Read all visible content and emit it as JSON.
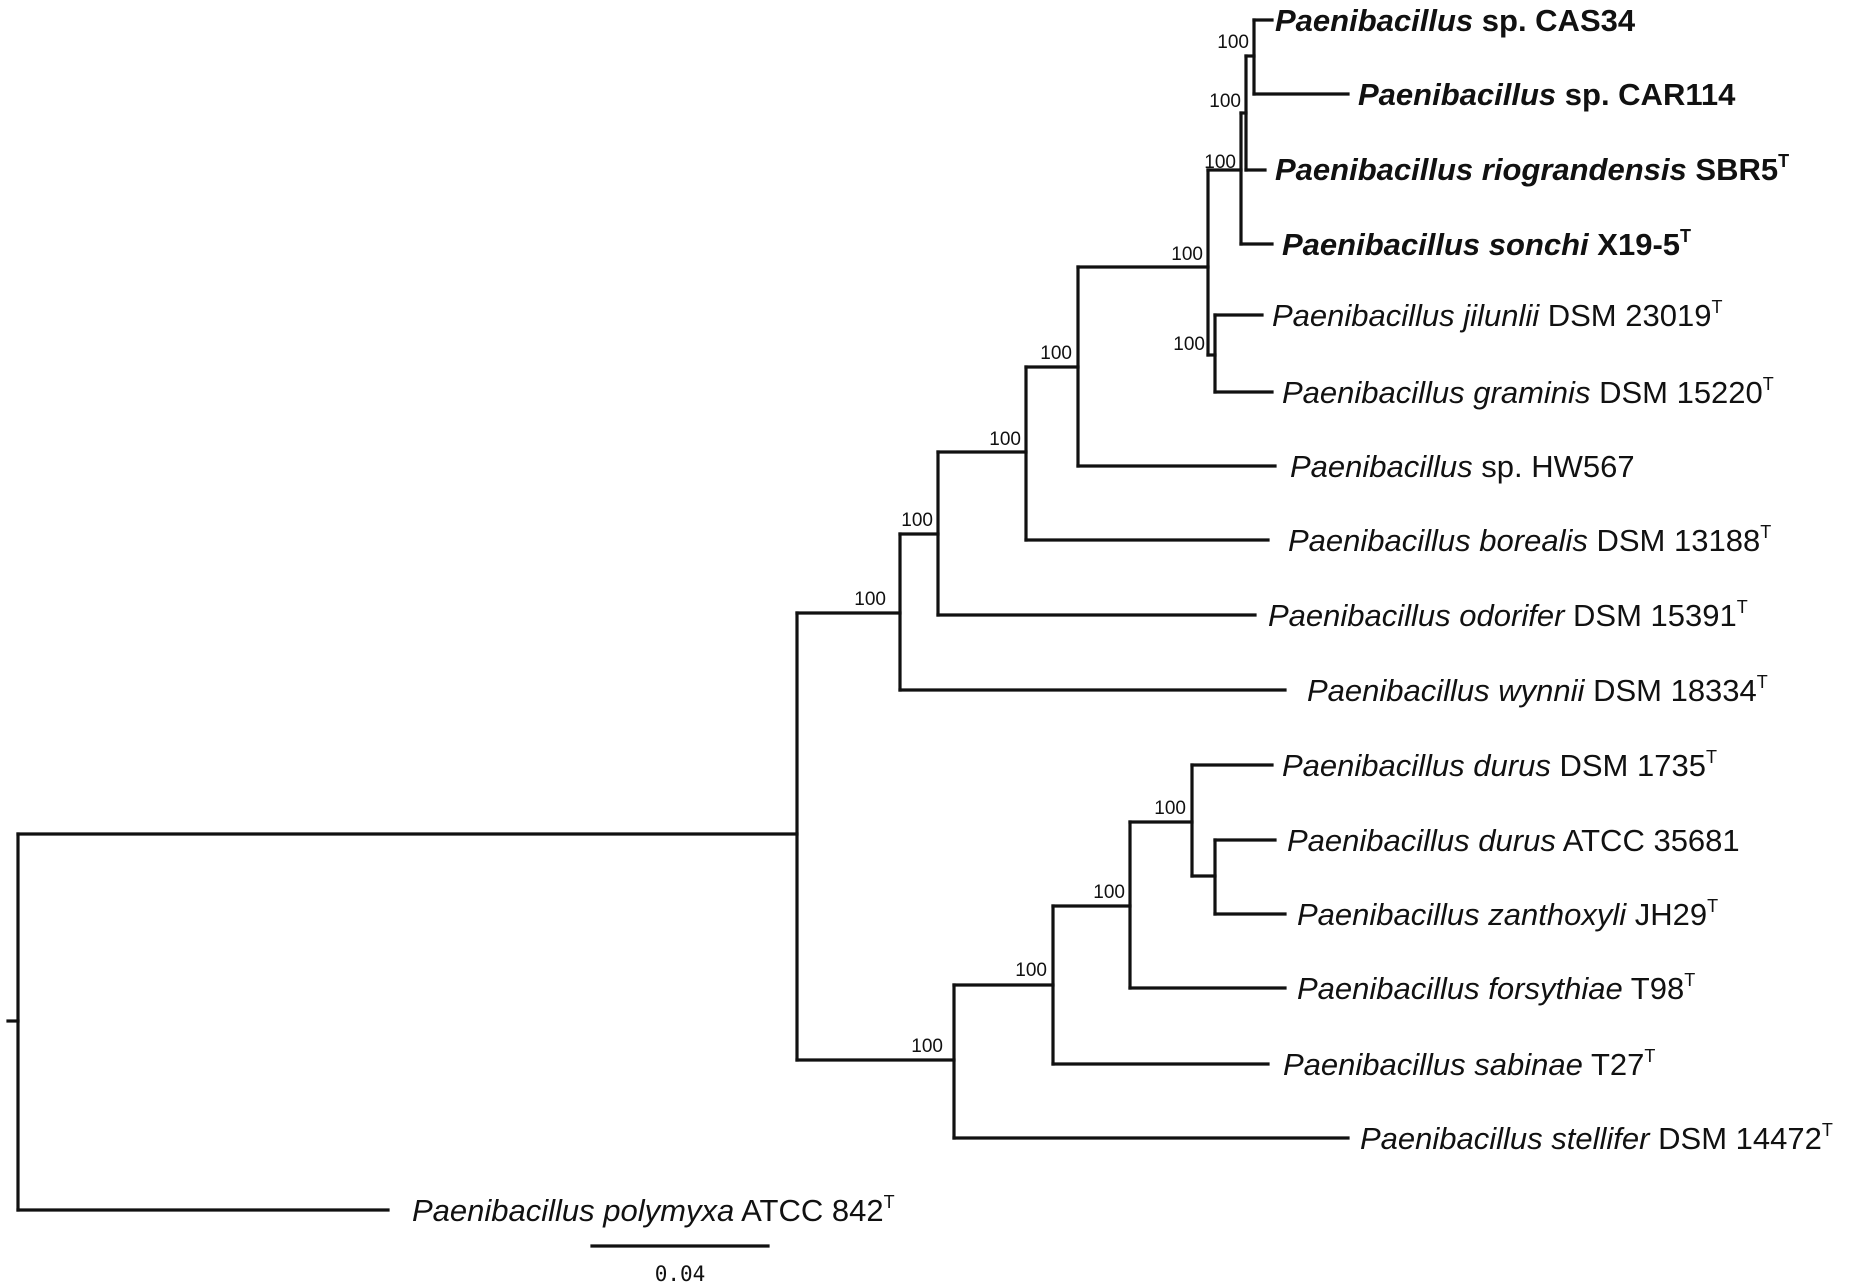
{
  "tree": {
    "leaves": [
      {
        "genus": "Paenibacillus",
        "species": "",
        "strain": "sp. CAS34",
        "type_strain": false,
        "bold": true
      },
      {
        "genus": "Paenibacillus",
        "species": "",
        "strain": "sp. CAR114",
        "type_strain": false,
        "bold": true
      },
      {
        "genus": "Paenibacillus",
        "species": "riograndensis",
        "strain": "SBR5",
        "type_strain": true,
        "bold": true
      },
      {
        "genus": "Paenibacillus",
        "species": "sonchi",
        "strain": "X19-5",
        "type_strain": true,
        "bold": true
      },
      {
        "genus": "Paenibacillus",
        "species": "jilunlii",
        "strain": "DSM 23019",
        "type_strain": true,
        "bold": false
      },
      {
        "genus": "Paenibacillus",
        "species": "graminis",
        "strain": "DSM 15220",
        "type_strain": true,
        "bold": false
      },
      {
        "genus": "Paenibacillus",
        "species": "",
        "strain": "sp. HW567",
        "type_strain": false,
        "bold": false
      },
      {
        "genus": "Paenibacillus",
        "species": "borealis",
        "strain": "DSM 13188",
        "type_strain": true,
        "bold": false
      },
      {
        "genus": "Paenibacillus",
        "species": "odorifer",
        "strain": "DSM 15391",
        "type_strain": true,
        "bold": false
      },
      {
        "genus": "Paenibacillus",
        "species": "wynnii",
        "strain": "DSM 18334",
        "type_strain": true,
        "bold": false
      },
      {
        "genus": "Paenibacillus",
        "species": "durus",
        "strain": "DSM 1735",
        "type_strain": true,
        "bold": false
      },
      {
        "genus": "Paenibacillus",
        "species": "durus",
        "strain": "ATCC 35681",
        "type_strain": false,
        "bold": false
      },
      {
        "genus": "Paenibacillus",
        "species": "zanthoxyli",
        "strain": "JH29",
        "type_strain": true,
        "bold": false
      },
      {
        "genus": "Paenibacillus",
        "species": "forsythiae",
        "strain": "T98",
        "type_strain": true,
        "bold": false
      },
      {
        "genus": "Paenibacillus",
        "species": "sabinae",
        "strain": "T27",
        "type_strain": true,
        "bold": false
      },
      {
        "genus": "Paenibacillus",
        "species": "stellifer",
        "strain": "DSM 14472",
        "type_strain": true,
        "bold": false
      },
      {
        "genus": "Paenibacillus",
        "species": "polymyxa",
        "strain": "ATCC 842",
        "type_strain": true,
        "bold": false
      }
    ],
    "type_strain_marker": "T",
    "support_values": [
      "100",
      "100",
      "100",
      "100",
      "100",
      "100",
      "100",
      "100",
      "100",
      "100",
      "100",
      "100",
      "100"
    ],
    "scale_bar": {
      "value": 0.04,
      "label": "0.04"
    }
  }
}
